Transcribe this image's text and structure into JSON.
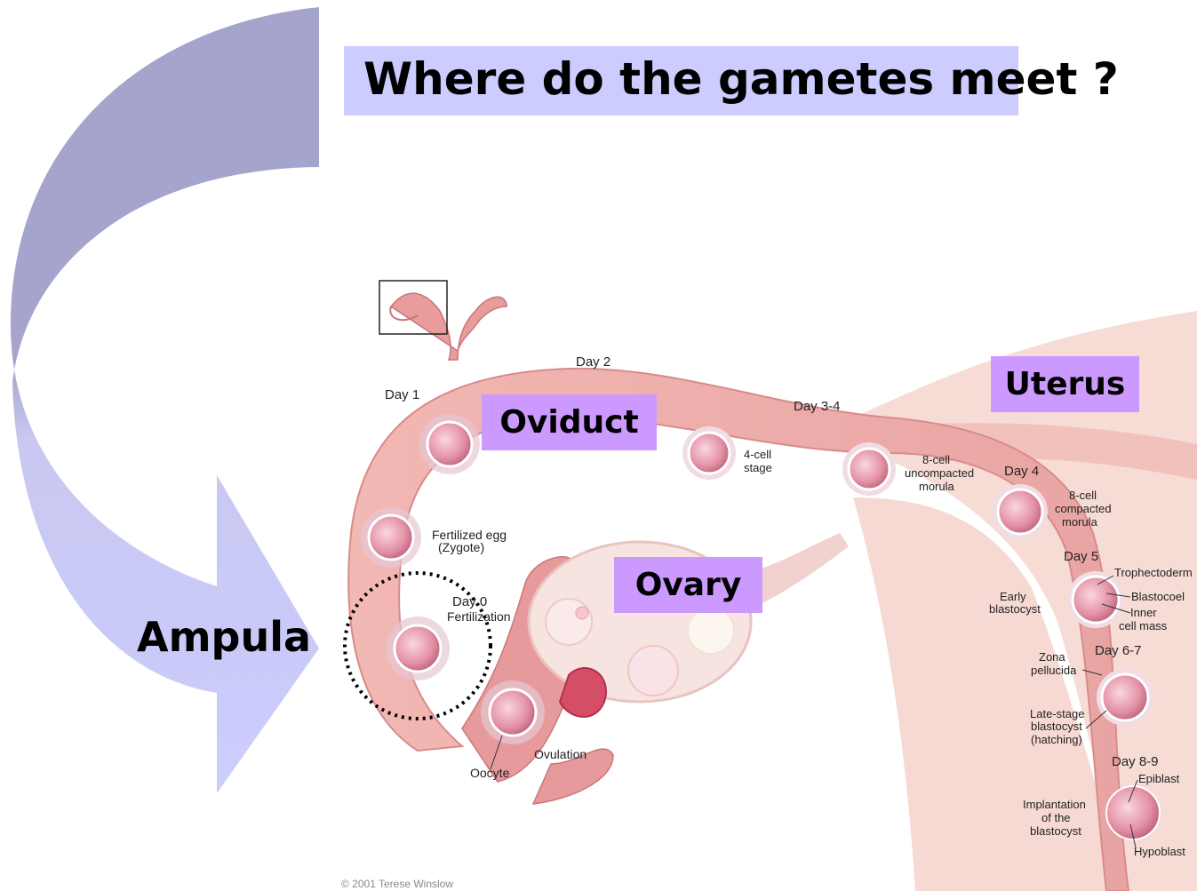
{
  "title": "Where do the gametes meet ?",
  "labels": {
    "ampula": "Ampula",
    "oviduct": "Oviduct",
    "ovary": "Ovary",
    "uterus": "Uterus"
  },
  "diagram": {
    "day_1": "Day 1",
    "day_2": "Day 2",
    "day_3_4": "Day 3-4",
    "day_4": "Day 4",
    "day_5": "Day 5",
    "day_6_7": "Day 6-7",
    "day_8_9": "Day 8-9",
    "day_0": "Day 0",
    "fertilization": "Fertilization",
    "fertilized_egg": "Fertilized egg",
    "zygote": "(Zygote)",
    "oocyte": "Oocyte",
    "ovulation": "Ovulation",
    "four_cell_1": "4-cell",
    "four_cell_2": "stage",
    "eight_cell_uncompacted_1": "8-cell",
    "eight_cell_uncompacted_2": "uncompacted",
    "eight_cell_uncompacted_3": "morula",
    "eight_cell_compacted_1": "8-cell",
    "eight_cell_compacted_2": "compacted",
    "eight_cell_compacted_3": "morula",
    "early_blastocyst_1": "Early",
    "early_blastocyst_2": "blastocyst",
    "trophectoderm": "Trophectoderm",
    "blastocoel": "Blastocoel",
    "inner_cell_mass_1": "Inner",
    "inner_cell_mass_2": "cell mass",
    "zona_1": "Zona",
    "zona_2": "pellucida",
    "late_stage_1": "Late-stage",
    "late_stage_2": "blastocyst",
    "late_stage_3": "(hatching)",
    "implantation_1": "Implantation",
    "implantation_2": "of the",
    "implantation_3": "blastocyst",
    "epiblast": "Epiblast",
    "hypoblast": "Hypoblast"
  },
  "copyright": "© 2001 Terese Winslow",
  "colors": {
    "title_bg": "#ccccff",
    "label_bg": "#cc99ff",
    "arrow_top": "#a6a6cc",
    "arrow_bottom": "#ccccff",
    "tissue": "#e8a0a0"
  }
}
